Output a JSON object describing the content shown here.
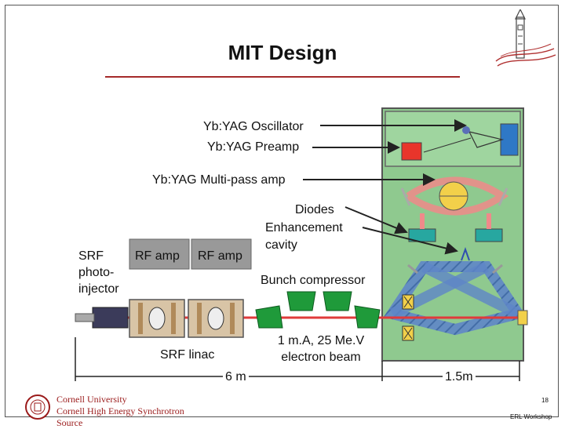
{
  "slide": {
    "title": "MIT Design",
    "page_number": "18",
    "footer_right": "ERL Workshop"
  },
  "labels": {
    "oscillator": "Yb:YAG Oscillator",
    "preamp": "Yb:YAG Preamp",
    "multipass": "Yb:YAG Multi-pass amp",
    "diodes": "Diodes",
    "enhancement_1": "Enhancement",
    "enhancement_2": "cavity",
    "srf_1": "SRF",
    "srf_2": "photo-",
    "srf_3": "injector",
    "rf_amp_1": "RF amp",
    "rf_amp_2": "RF amp",
    "bunch_compressor": "Bunch compressor",
    "srf_linac": "SRF linac",
    "beam_1": "1 m.A, 25 Me.V",
    "beam_2": "electron beam",
    "dim_6m": "6 m",
    "dim_15m": "1.5m"
  },
  "logo": {
    "line1": "Cornell University",
    "line2": "Cornell High Energy Synchrotron Source"
  },
  "colors": {
    "accent_red": "#a52a2a",
    "laser_table": "#8fc98f",
    "magnet_green": "#1f9a3a",
    "beam_red": "#e03b3b"
  }
}
